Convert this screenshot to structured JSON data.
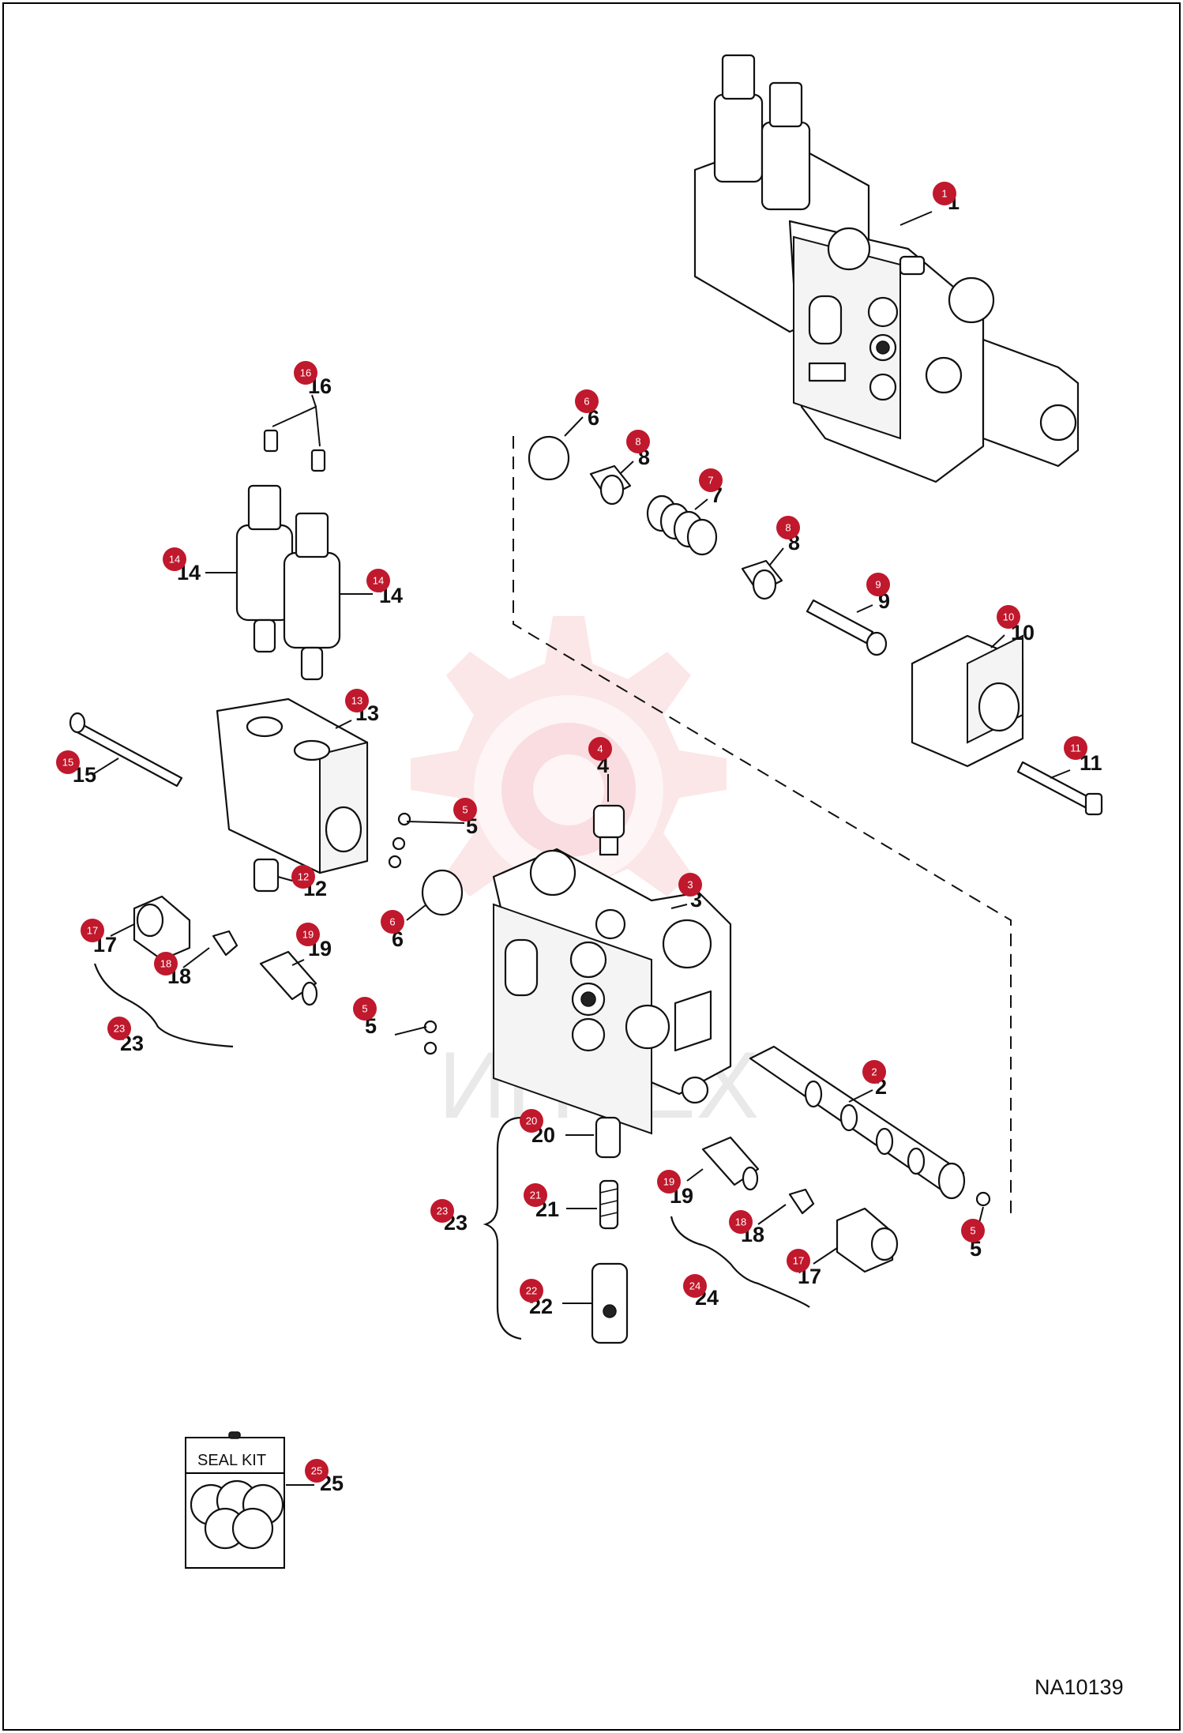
{
  "drawing_id": "NA10139",
  "watermark_text": "ИНТЕХ",
  "seal_kit_label": "SEAL KIT",
  "callouts": [
    {
      "no": "1",
      "badge": "1",
      "label": "1"
    },
    {
      "no": "2",
      "badge": "2",
      "label": "2"
    },
    {
      "no": "3a",
      "badge": "3",
      "label": "3"
    },
    {
      "no": "4",
      "badge": "4",
      "label": "4"
    },
    {
      "no": "5a",
      "badge": "5",
      "label": "5"
    },
    {
      "no": "5b",
      "badge": "5",
      "label": "5"
    },
    {
      "no": "5c",
      "badge": "5",
      "label": "5"
    },
    {
      "no": "6a",
      "badge": "6",
      "label": "6"
    },
    {
      "no": "6b",
      "badge": "6",
      "label": "6"
    },
    {
      "no": "7",
      "badge": "7",
      "label": "7"
    },
    {
      "no": "8a",
      "badge": "8",
      "label": "8"
    },
    {
      "no": "8b",
      "badge": "8",
      "label": "8"
    },
    {
      "no": "9",
      "badge": "9",
      "label": "9"
    },
    {
      "no": "10",
      "badge": "10",
      "label": "10"
    },
    {
      "no": "11",
      "badge": "11",
      "label": "11"
    },
    {
      "no": "12",
      "badge": "12",
      "label": "12"
    },
    {
      "no": "13",
      "badge": "13",
      "label": "13"
    },
    {
      "no": "14a",
      "badge": "14",
      "label": "14"
    },
    {
      "no": "14b",
      "badge": "14",
      "label": "14"
    },
    {
      "no": "15",
      "badge": "15",
      "label": "15"
    },
    {
      "no": "16",
      "badge": "16",
      "label": "16"
    },
    {
      "no": "17a",
      "badge": "17",
      "label": "17"
    },
    {
      "no": "17b",
      "badge": "17",
      "label": "17"
    },
    {
      "no": "18a",
      "badge": "18",
      "label": "18"
    },
    {
      "no": "18b",
      "badge": "18",
      "label": "18"
    },
    {
      "no": "19a",
      "badge": "19",
      "label": "19"
    },
    {
      "no": "19b",
      "badge": "19",
      "label": "19"
    },
    {
      "no": "20",
      "badge": "20",
      "label": "20"
    },
    {
      "no": "21",
      "badge": "21",
      "label": "21"
    },
    {
      "no": "22",
      "badge": "22",
      "label": "22"
    },
    {
      "no": "23a",
      "badge": "23",
      "label": "23"
    },
    {
      "no": "23b",
      "badge": "23",
      "label": "23"
    },
    {
      "no": "24",
      "badge": "24",
      "label": "24"
    },
    {
      "no": "25",
      "badge": "25",
      "label": "25"
    }
  ]
}
